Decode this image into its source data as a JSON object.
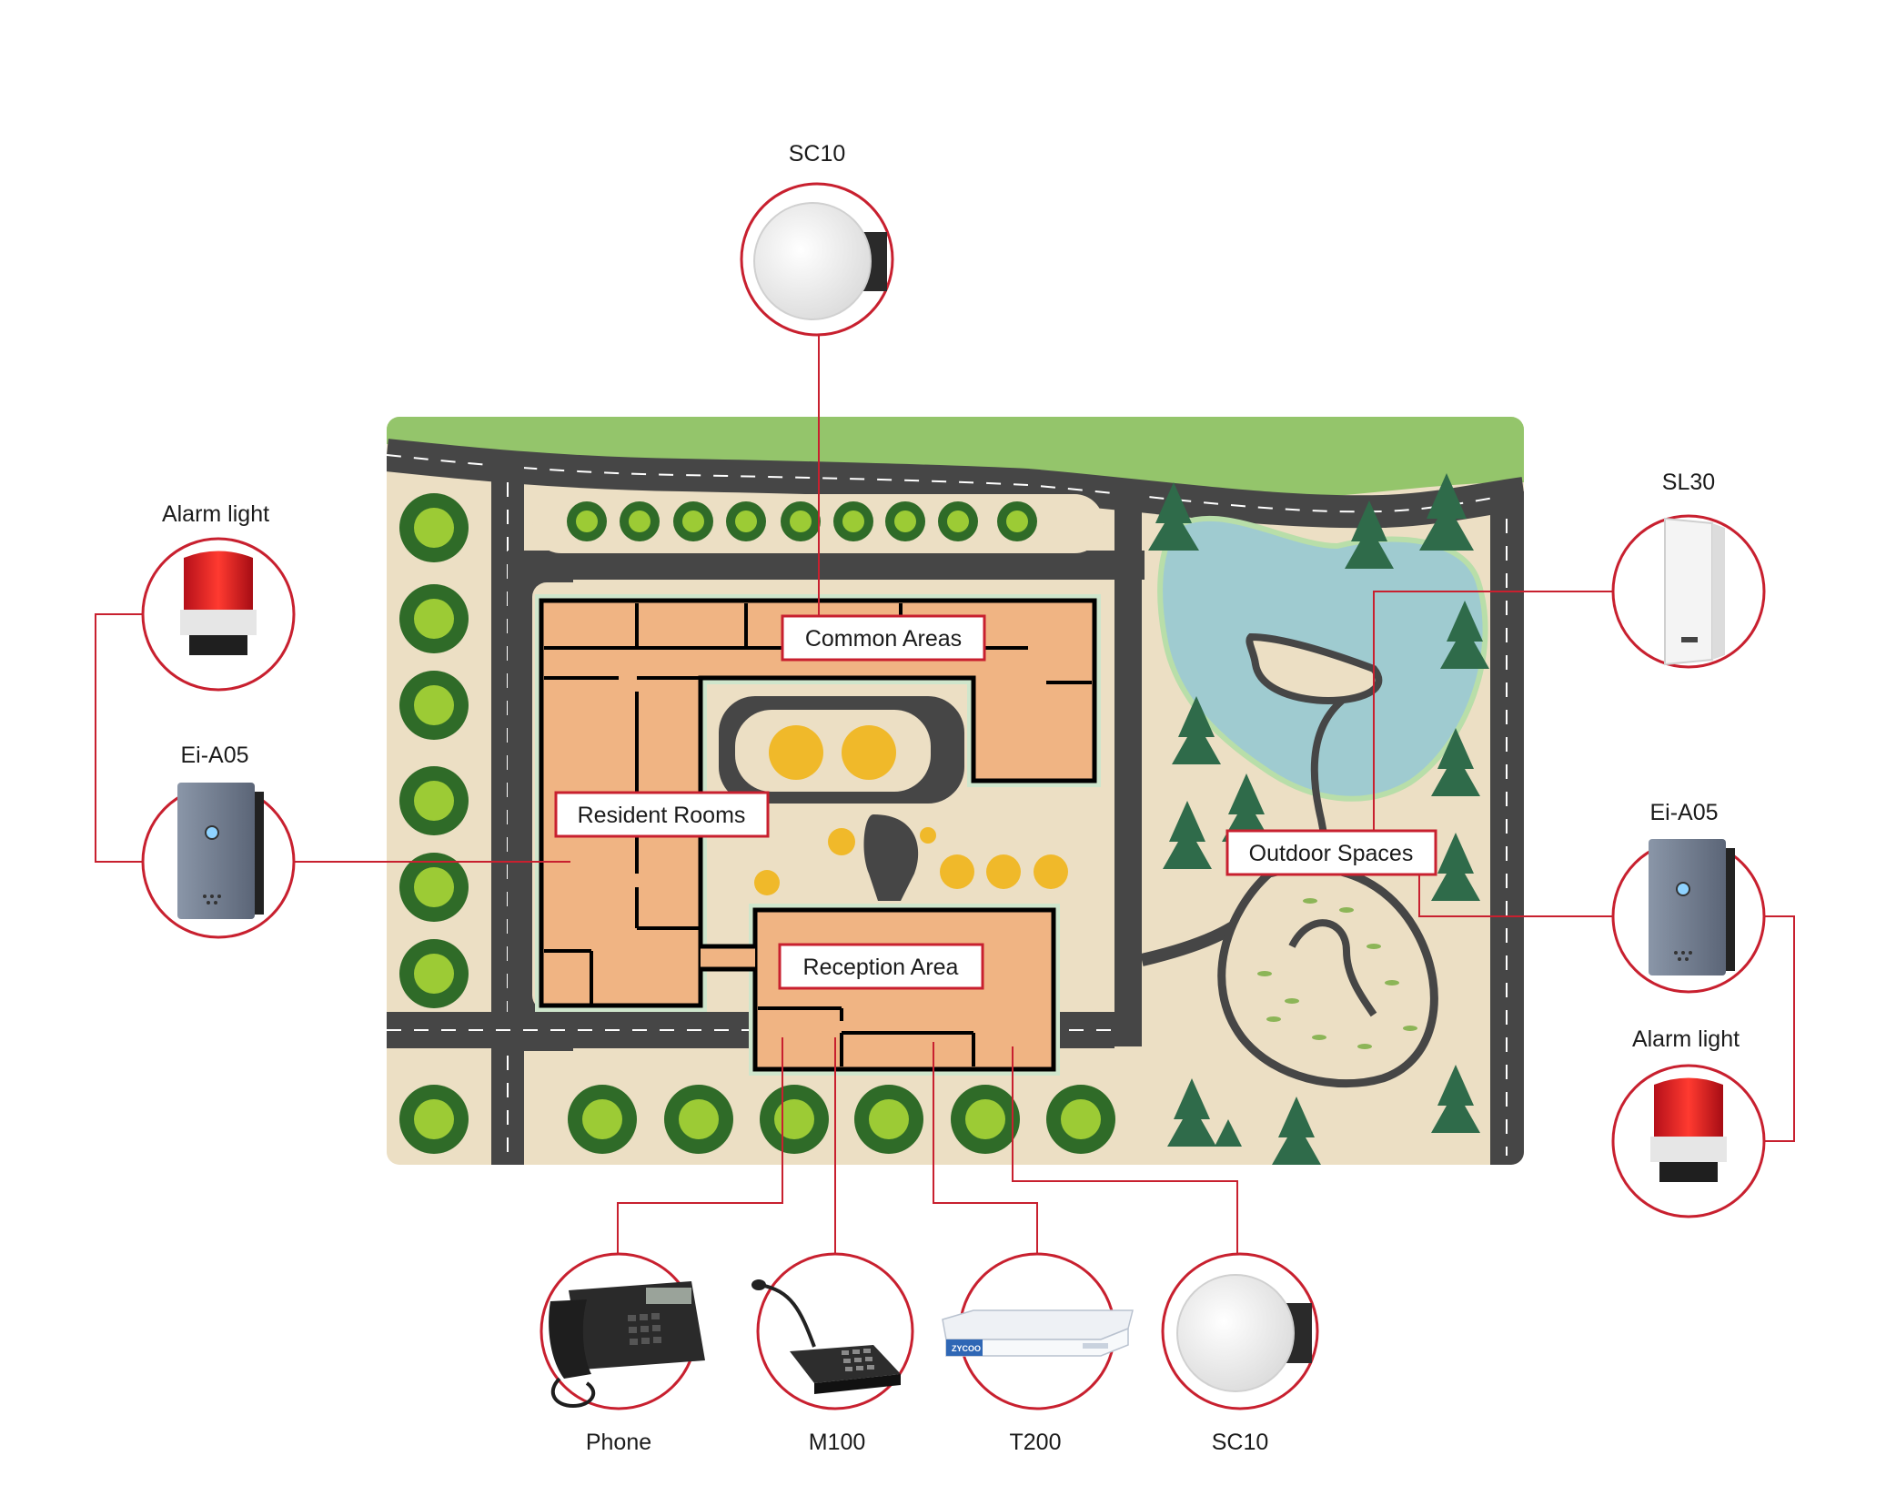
{
  "areas": {
    "common": "Common Areas",
    "resident": "Resident Rooms",
    "reception": "Reception Area",
    "outdoor": "Outdoor Spaces"
  },
  "devices": {
    "top_speaker": "SC10",
    "left_alarm": "Alarm light",
    "left_intercom": "Ei-A05",
    "right_speaker": "SL30",
    "right_intercom": "Ei-A05",
    "right_alarm": "Alarm light",
    "phone": "Phone",
    "mic": "M100",
    "gateway": "T200",
    "bottom_speaker": "SC10"
  },
  "product_brand": "ZYCOO",
  "colors": {
    "accent_red": "#c8202f",
    "building": "#f0b483",
    "ground": "#ecdfc4",
    "road": "#464646",
    "grass": "#94c56b",
    "water": "#9fcbd0"
  }
}
